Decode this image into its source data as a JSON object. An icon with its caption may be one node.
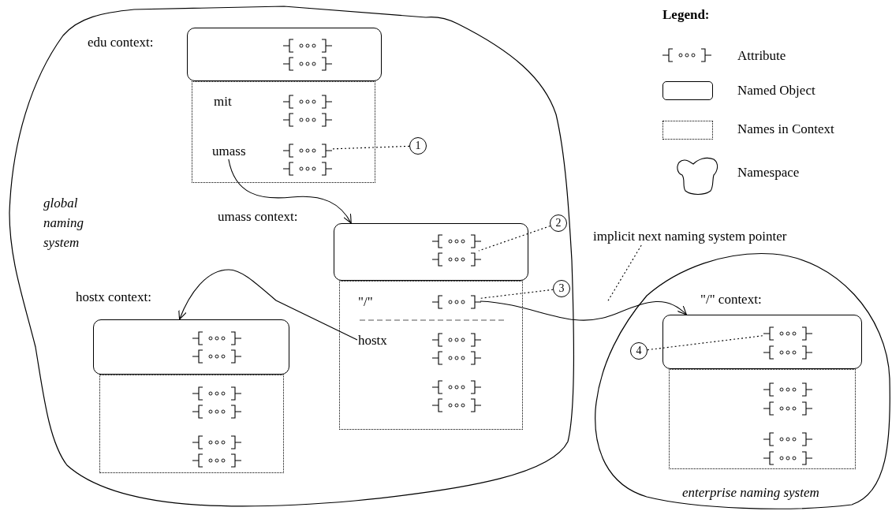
{
  "diagram": {
    "nodes": [
      {
        "text": [
          "global naming system"
        ]
      },
      {
        "text": [
          "enterprise naming system"
        ]
      },
      {
        "text": [
          "edu context:"
        ],
        "in": 0
      },
      {
        "text": [
          "mit"
        ],
        "in": 0
      },
      {
        "text": [
          "umass"
        ],
        "in": 3
      },
      {
        "text": [],
        "shape": "bracket",
        "in": 3
      },
      {
        "text": [
          "umass context:"
        ],
        "in": 0
      },
      {
        "text": [],
        "shape": "bracket",
        "in": 6
      },
      {
        "text": [],
        "shape": "box",
        "in": 0
      },
      {
        "text": [
          "\"/\""
        ],
        "in": 8
      },
      {
        "text": [],
        "shape": "bracket",
        "in": 8
      },
      {
        "text": [
          "hostx"
        ],
        "in": 8
      },
      {
        "text": [
          "hostx context:"
        ],
        "in": 0
      },
      {
        "text": [],
        "shape": "box",
        "in": 0
      },
      {
        "text": [
          "\"/\" context:"
        ],
        "in": 1
      },
      {
        "text": [],
        "shape": "bracket",
        "in": 14
      },
      {
        "text": [],
        "shape": "box",
        "in": 1
      },
      {
        "text": [
          "1"
        ],
        "in": 0
      },
      {
        "text": [
          "2"
        ],
        "in": 0
      },
      {
        "text": [
          "3"
        ],
        "in": 0
      },
      {
        "text": [
          "4"
        ],
        "in": 1
      },
      {
        "text": [
          "implicit next naming system pointer"
        ]
      }
    ],
    "edges": [
      {
        "from": 4,
        "to": 6,
        "arrow": "to"
      },
      {
        "from": 11,
        "to": 12,
        "arrow": "to"
      },
      {
        "from": 10,
        "to": 14,
        "arrow": "to"
      },
      {
        "from": 17,
        "to": 5,
        "arrow": "none",
        "style": "dashed"
      },
      {
        "from": 18,
        "to": 7,
        "arrow": "none",
        "style": "dashed"
      },
      {
        "from": 19,
        "to": 10,
        "arrow": "none",
        "style": "dashed"
      },
      {
        "from": 20,
        "to": 15,
        "arrow": "none",
        "style": "dashed"
      },
      {
        "from": 21,
        "to": null,
        "arrow": "none",
        "style": "dashed"
      }
    ],
    "labels": [
      "Legend:"
    ],
    "legend": [
      {
        "text": "Attribute"
      },
      {
        "text": "Named Object"
      },
      {
        "text": "Names in Context"
      },
      {
        "text": "Namespace"
      }
    ]
  }
}
